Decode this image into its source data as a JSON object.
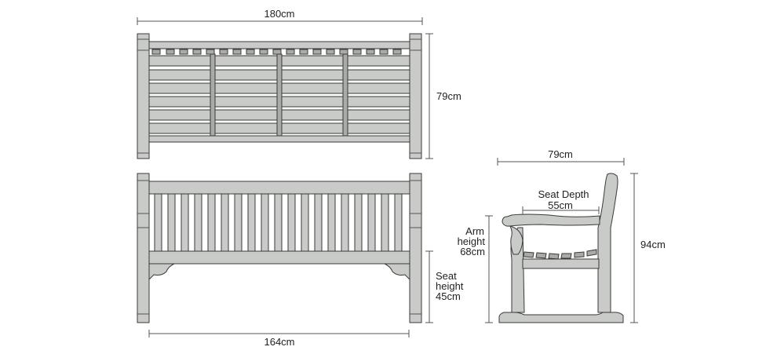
{
  "labels": {
    "top_width": "180cm",
    "top_depth": "79cm",
    "front_inner_width": "164cm",
    "seat_height_1": "Seat",
    "seat_height_2": "height",
    "seat_height_3": "45cm",
    "side_depth": "79cm",
    "seat_depth_1": "Seat Depth",
    "seat_depth_2": "55cm",
    "arm_height_1": "Arm",
    "arm_height_2": "height",
    "arm_height_3": "68cm",
    "side_height": "94cm"
  },
  "colors": {
    "wood": "#c9cbc8",
    "wood_dark": "#a9aba8",
    "outline": "#3a3a3a"
  }
}
